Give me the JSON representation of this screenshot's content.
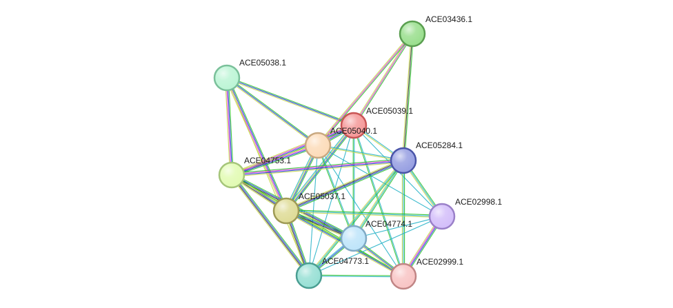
{
  "network": {
    "nodes": [
      {
        "id": "ACE05039.1",
        "label": "ACE05039.1",
        "fill": "#f59a9a",
        "stroke": "#c85555"
      },
      {
        "id": "ACE05040.1",
        "label": "ACE05040.1",
        "fill": "#fcdcba",
        "stroke": "#c8a880"
      },
      {
        "id": "ACE03436.1",
        "label": "ACE03436.1",
        "fill": "#9bdf8f",
        "stroke": "#5a9e50"
      },
      {
        "id": "ACE05038.1",
        "label": "ACE05038.1",
        "fill": "#bdf5d6",
        "stroke": "#7ac09a"
      },
      {
        "id": "ACE04753.1",
        "label": "ACE04753.1",
        "fill": "#e2fbb4",
        "stroke": "#a5c57a"
      },
      {
        "id": "ACE05284.1",
        "label": "ACE05284.1",
        "fill": "#98a0e2",
        "stroke": "#4a55a8"
      },
      {
        "id": "ACE05037.1",
        "label": "ACE05037.1",
        "fill": "#dfdc98",
        "stroke": "#9e9a55"
      },
      {
        "id": "ACE02998.1",
        "label": "ACE02998.1",
        "fill": "#d4bffa",
        "stroke": "#9a80c8"
      },
      {
        "id": "ACE04774.1",
        "label": "ACE04774.1",
        "fill": "#bfe5fa",
        "stroke": "#80aac5"
      },
      {
        "id": "ACE04773.1",
        "label": "ACE04773.1",
        "fill": "#98e0d5",
        "stroke": "#4a9e92"
      },
      {
        "id": "ACE02999.1",
        "label": "ACE02999.1",
        "fill": "#f8c5c5",
        "stroke": "#c08585"
      }
    ],
    "edge_colors": {
      "green": "#2ec22e",
      "blue": "#1c3dd8",
      "magenta": "#d42fd4",
      "yellow": "#c6d64a",
      "cyan": "#27b2c8",
      "black": "#333333"
    },
    "edges": [
      {
        "source": "ACE05038.1",
        "target": "ACE05040.1",
        "types": [
          "green",
          "blue",
          "yellow"
        ]
      },
      {
        "source": "ACE05038.1",
        "target": "ACE05039.1",
        "types": [
          "green",
          "blue",
          "yellow"
        ]
      },
      {
        "source": "ACE05038.1",
        "target": "ACE04753.1",
        "types": [
          "green",
          "blue",
          "magenta",
          "yellow"
        ]
      },
      {
        "source": "ACE05038.1",
        "target": "ACE05037.1",
        "types": [
          "green",
          "blue",
          "magenta",
          "yellow"
        ]
      },
      {
        "source": "ACE05038.1",
        "target": "ACE04773.1",
        "types": [
          "yellow"
        ]
      },
      {
        "source": "ACE03436.1",
        "target": "ACE05039.1",
        "types": [
          "green",
          "magenta",
          "yellow"
        ]
      },
      {
        "source": "ACE03436.1",
        "target": "ACE05040.1",
        "types": [
          "green",
          "magenta",
          "yellow"
        ]
      },
      {
        "source": "ACE03436.1",
        "target": "ACE05284.1",
        "types": [
          "green",
          "black",
          "yellow"
        ]
      },
      {
        "source": "ACE05039.1",
        "target": "ACE05040.1",
        "types": [
          "green",
          "blue",
          "magenta",
          "yellow"
        ]
      },
      {
        "source": "ACE05039.1",
        "target": "ACE04753.1",
        "types": [
          "green",
          "blue",
          "magenta",
          "yellow"
        ]
      },
      {
        "source": "ACE05039.1",
        "target": "ACE05037.1",
        "types": [
          "green",
          "blue",
          "yellow",
          "cyan"
        ]
      },
      {
        "source": "ACE05039.1",
        "target": "ACE05284.1",
        "types": [
          "cyan",
          "yellow"
        ]
      },
      {
        "source": "ACE05039.1",
        "target": "ACE04774.1",
        "types": [
          "cyan",
          "green"
        ]
      },
      {
        "source": "ACE05039.1",
        "target": "ACE04773.1",
        "types": [
          "cyan"
        ]
      },
      {
        "source": "ACE05039.1",
        "target": "ACE02999.1",
        "types": [
          "cyan",
          "green"
        ]
      },
      {
        "source": "ACE05039.1",
        "target": "ACE02998.1",
        "types": [
          "cyan"
        ]
      },
      {
        "source": "ACE05040.1",
        "target": "ACE04753.1",
        "types": [
          "green",
          "blue",
          "magenta",
          "yellow"
        ]
      },
      {
        "source": "ACE05040.1",
        "target": "ACE05037.1",
        "types": [
          "green",
          "blue",
          "yellow",
          "cyan"
        ]
      },
      {
        "source": "ACE05040.1",
        "target": "ACE05284.1",
        "types": [
          "cyan",
          "yellow"
        ]
      },
      {
        "source": "ACE05040.1",
        "target": "ACE04774.1",
        "types": [
          "cyan",
          "green"
        ]
      },
      {
        "source": "ACE05040.1",
        "target": "ACE04773.1",
        "types": [
          "cyan"
        ]
      },
      {
        "source": "ACE05040.1",
        "target": "ACE02999.1",
        "types": [
          "cyan"
        ]
      },
      {
        "source": "ACE05040.1",
        "target": "ACE02998.1",
        "types": [
          "cyan"
        ]
      },
      {
        "source": "ACE04753.1",
        "target": "ACE05284.1",
        "types": [
          "green",
          "magenta",
          "blue",
          "yellow"
        ]
      },
      {
        "source": "ACE04753.1",
        "target": "ACE05037.1",
        "types": [
          "green",
          "blue",
          "black",
          "yellow"
        ]
      },
      {
        "source": "ACE04753.1",
        "target": "ACE04774.1",
        "types": [
          "green",
          "blue",
          "black",
          "yellow"
        ]
      },
      {
        "source": "ACE04753.1",
        "target": "ACE04773.1",
        "types": [
          "green",
          "blue",
          "black",
          "yellow"
        ]
      },
      {
        "source": "ACE04753.1",
        "target": "ACE02999.1",
        "types": [
          "green",
          "yellow"
        ]
      },
      {
        "source": "ACE05284.1",
        "target": "ACE05037.1",
        "types": [
          "green",
          "blue",
          "black",
          "yellow"
        ]
      },
      {
        "source": "ACE05284.1",
        "target": "ACE04774.1",
        "types": [
          "green",
          "cyan",
          "yellow"
        ]
      },
      {
        "source": "ACE05284.1",
        "target": "ACE04773.1",
        "types": [
          "green",
          "cyan",
          "yellow"
        ]
      },
      {
        "source": "ACE05284.1",
        "target": "ACE02999.1",
        "types": [
          "green",
          "cyan",
          "yellow"
        ]
      },
      {
        "source": "ACE05284.1",
        "target": "ACE02998.1",
        "types": [
          "green",
          "cyan",
          "yellow"
        ]
      },
      {
        "source": "ACE05037.1",
        "target": "ACE04774.1",
        "types": [
          "green",
          "blue",
          "black",
          "yellow"
        ]
      },
      {
        "source": "ACE05037.1",
        "target": "ACE04773.1",
        "types": [
          "green",
          "blue",
          "black",
          "yellow"
        ]
      },
      {
        "source": "ACE05037.1",
        "target": "ACE02999.1",
        "types": [
          "green",
          "blue",
          "yellow"
        ]
      },
      {
        "source": "ACE05037.1",
        "target": "ACE02998.1",
        "types": [
          "green",
          "cyan",
          "yellow"
        ]
      },
      {
        "source": "ACE02998.1",
        "target": "ACE04774.1",
        "types": [
          "cyan"
        ]
      },
      {
        "source": "ACE02998.1",
        "target": "ACE04773.1",
        "types": [
          "cyan"
        ]
      },
      {
        "source": "ACE02998.1",
        "target": "ACE02999.1",
        "types": [
          "green",
          "blue",
          "magenta",
          "yellow"
        ]
      },
      {
        "source": "ACE04774.1",
        "target": "ACE04773.1",
        "types": [
          "green",
          "blue",
          "cyan"
        ]
      },
      {
        "source": "ACE04774.1",
        "target": "ACE02999.1",
        "types": [
          "green",
          "blue",
          "yellow"
        ]
      },
      {
        "source": "ACE04773.1",
        "target": "ACE02999.1",
        "types": [
          "green",
          "cyan"
        ]
      }
    ]
  }
}
